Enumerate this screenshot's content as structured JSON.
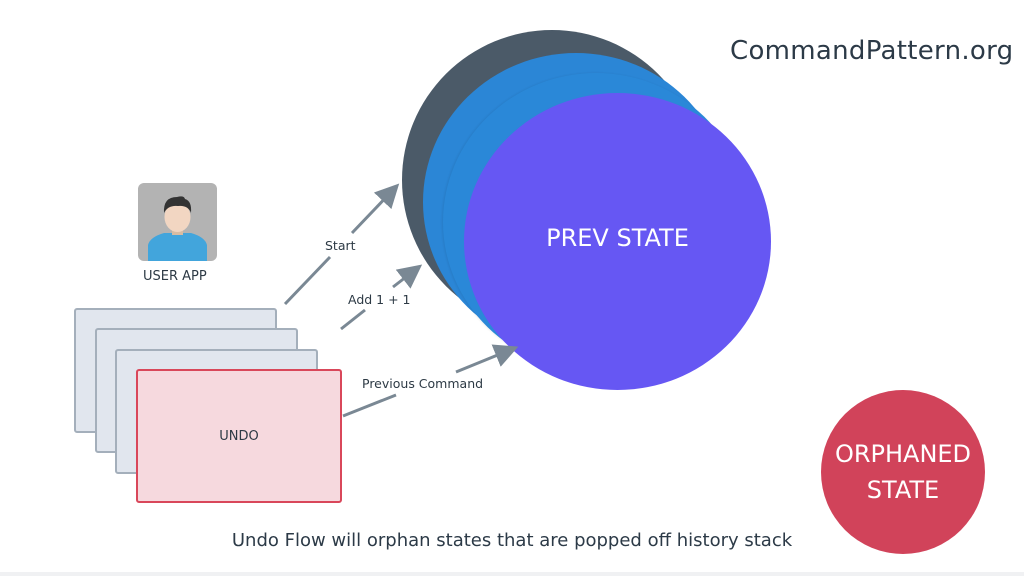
{
  "brand": "CommandPattern.org",
  "user": {
    "label": "USER APP",
    "icon": "user-avatar-icon"
  },
  "stack": {
    "top_card_label": "UNDO"
  },
  "arrows": {
    "start": "Start",
    "add": "Add 1 + 1",
    "previous": "Previous Command"
  },
  "states": {
    "prev_label": "PREV STATE",
    "orphan_line1": "ORPHANED",
    "orphan_line2": "STATE"
  },
  "caption": "Undo Flow will orphan states that are popped off history stack",
  "colors": {
    "dark": "#4b5a68",
    "blue": "#2b86d6",
    "purple": "#6657f3",
    "orphan": "#d1435a"
  }
}
